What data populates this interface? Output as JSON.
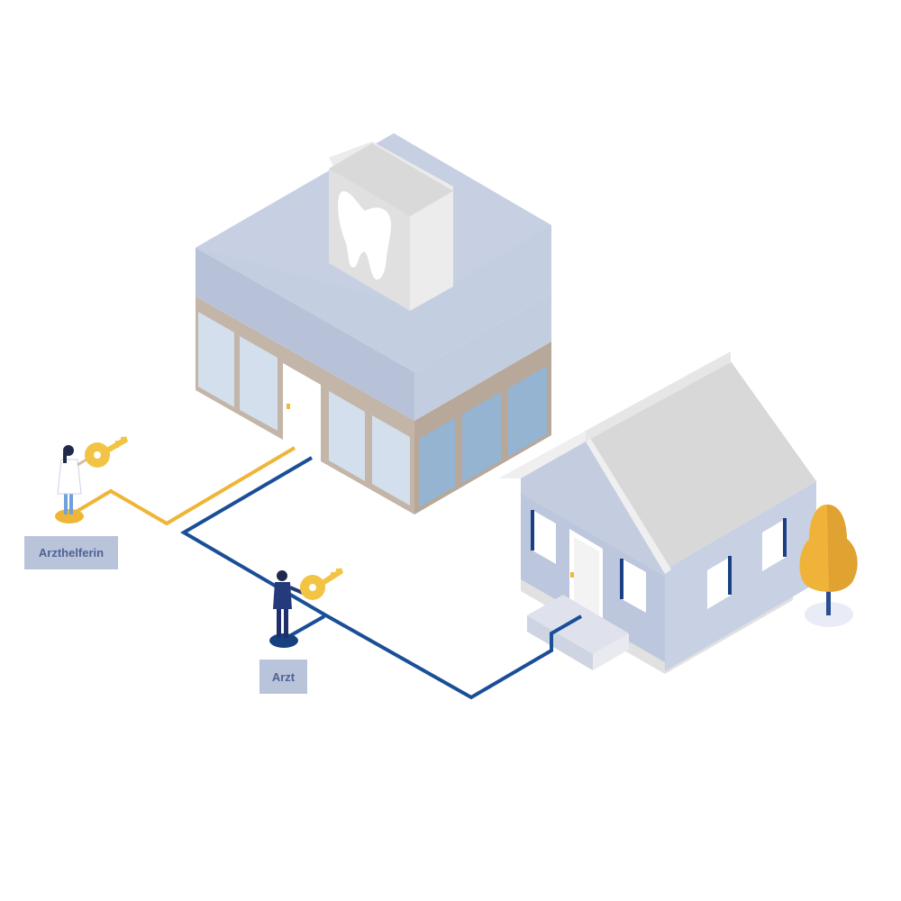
{
  "roles": {
    "assistant": {
      "label": "Arzthelferin"
    },
    "doctor": {
      "label": "Arzt"
    }
  },
  "icons": {
    "practice": "dental-practice-building",
    "sign": "tooth-icon",
    "home": "house",
    "key": "key-icon",
    "tree": "tree"
  },
  "colors": {
    "assistant_path": "#efb536",
    "doctor_path": "#1a4e97",
    "key": "#f3c444",
    "building": "#c4cee0",
    "label_bg": "#b9c3da",
    "label_text": "#4f6296"
  }
}
